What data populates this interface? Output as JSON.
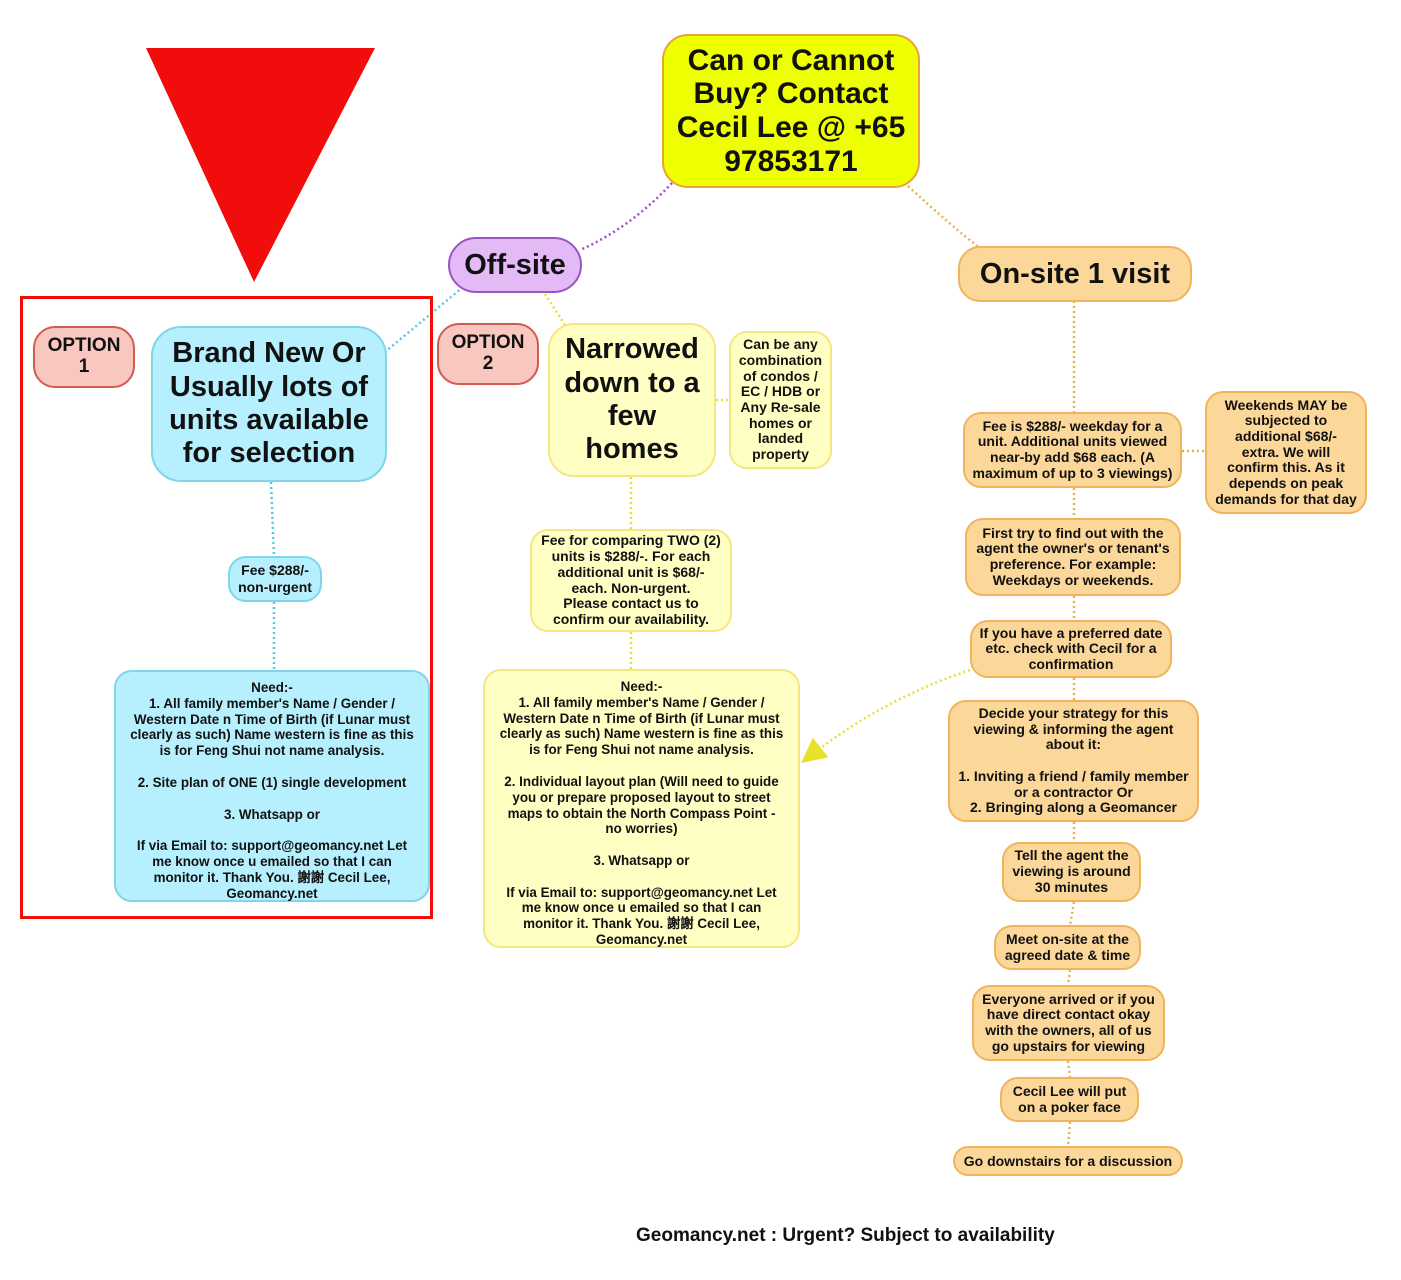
{
  "root": "Can or Cannot\nBuy? Contact\nCecil Lee @ +65\n97853171",
  "offsite": "Off-site",
  "onsite": "On-site 1 visit",
  "option1": "OPTION\n1",
  "option2": "OPTION\n2",
  "brandnew": "Brand New Or\nUsually lots of\nunits available\nfor selection",
  "fee_cyan": "Fee $288/-\nnon-urgent",
  "need_cyan": "Need:-\n1. All family member's Name / Gender /\nWestern Date n Time of Birth (if Lunar must\nclearly as such) Name western is fine as this\nis for Feng Shui not name analysis.\n\n2. Site plan of ONE (1) single development\n\n3. Whatsapp or\n\nIf via Email to: support@geomancy.net Let\nme know once u emailed so that I can\nmonitor it. Thank You. 謝謝 Cecil Lee,\nGeomancy.net",
  "narrowed": "Narrowed\ndown to a\nfew\nhomes",
  "combination": "Can be any\ncombination\nof condos /\nEC / HDB or\nAny Re-sale\nhomes or\nlanded\nproperty",
  "fee_yellow": "Fee for comparing TWO (2)\nunits is $288/-. For each\nadditional unit is $68/-\neach. Non-urgent.\nPlease contact us to\nconfirm our availability.",
  "need_yellow": "Need:-\n1. All family member's Name / Gender /\nWestern Date n Time of Birth (if Lunar must\nclearly as such) Name western is fine as this\nis for Feng Shui not name analysis.\n\n2. Individual layout plan (Will need to guide\nyou or prepare proposed layout to street\nmaps to obtain the North Compass Point -\nno worries)\n\n3. Whatsapp or\n\nIf via Email to: support@geomancy.net Let\nme know once u emailed so that I can\nmonitor it. Thank You. 謝謝 Cecil Lee,\nGeomancy.net",
  "onsite_steps": {
    "fee": "Fee is $288/- weekday for a\nunit. Additional units viewed\nnear-by add $68 each. (A\nmaximum of up to 3 viewings)",
    "weekends": "Weekends MAY be\nsubjected to\nadditional $68/-\nextra. We will\nconfirm this. As it\ndepends on peak\ndemands for that day",
    "first_try": "First try to find out with the\nagent the owner's or tenant's\npreference. For example:\nWeekdays or weekends.",
    "preferred": "If you have a preferred date\netc. check with Cecil for a\nconfirmation",
    "strategy": "Decide your strategy for this\nviewing & informing the agent\nabout it:\n\n1. Inviting a friend / family member\nor a contractor Or\n2. Bringing along a Geomancer",
    "tell_agent": "Tell the agent the\nviewing is around\n30 minutes",
    "meet": "Meet on-site at the\nagreed date & time",
    "everyone": "Everyone arrived or if you\nhave direct contact okay\nwith the owners, all of us\ngo upstairs for viewing",
    "poker": "Cecil Lee will put\non a poker face",
    "downstairs": "Go downstairs for a discussion"
  },
  "footer": "Geomancy.net : Urgent? Subject to availability",
  "colors": {
    "root_fill": "#eeff00",
    "offsite_fill": "#e3baf6",
    "onsite_fill": "#fcd79a",
    "option2_fill": "#ffffc4",
    "option1_fill": "#b6effe",
    "option_badge_fill": "#f8c7bf",
    "highlight_red": "#f20d0d"
  }
}
